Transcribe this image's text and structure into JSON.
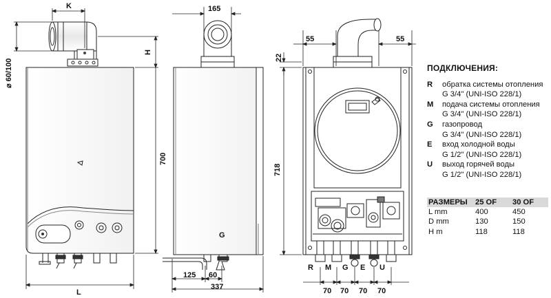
{
  "dimensions": {
    "k": "K",
    "d165": "165",
    "h": "H",
    "flue_dia": "⌀ 60/100",
    "d700": "700",
    "l": "L",
    "d125": "125",
    "d60": "60",
    "d337": "337",
    "g_side": "G",
    "d55_left": "55",
    "d55_right": "55",
    "d22": "22",
    "d718": "718",
    "conn_letters": [
      "R",
      "M",
      "G",
      "E",
      "U"
    ],
    "d70_values": [
      "70",
      "70",
      "70",
      "70"
    ]
  },
  "legend": {
    "title": "ПОДКЛЮЧЕНИЯ:",
    "items": [
      {
        "code": "R",
        "line1": "обратка системы отопления",
        "line2": "G 3/4\" (UNI-ISO 228/1)"
      },
      {
        "code": "M",
        "line1": "подача системы отопления",
        "line2": "G 3/4\" (UNI-ISO 228/1)"
      },
      {
        "code": "G",
        "line1": "газопровод",
        "line2": "G 3/4\" (UNI-ISO 228/1)"
      },
      {
        "code": "E",
        "line1": "вход холодной воды",
        "line2": "G 1/2\" (UNI-ISO 228/1)"
      },
      {
        "code": "U",
        "line1": "выход горячей воды",
        "line2": "G 1/2\" (UNI-ISO 228/1)"
      }
    ]
  },
  "sizes": {
    "header": [
      "РАЗМЕРЫ",
      "25 OF",
      "30 OF"
    ],
    "rows": [
      [
        "L   mm",
        "400",
        "450"
      ],
      [
        "D  mm",
        "130",
        "150"
      ],
      [
        "H  m",
        "118",
        "118"
      ]
    ]
  }
}
